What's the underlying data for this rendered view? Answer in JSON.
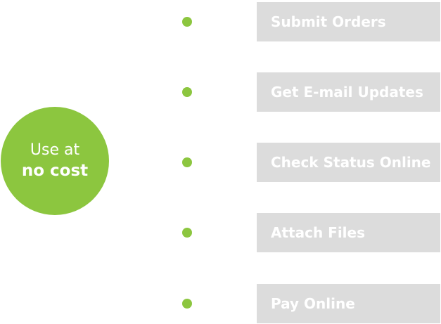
{
  "hub": {
    "line1": "Use at",
    "line2": "no cost",
    "color": "#8cc63f"
  },
  "features": [
    {
      "label": "Submit Orders"
    },
    {
      "label": "Get E-mail Updates"
    },
    {
      "label": "Check Status Online"
    },
    {
      "label": "Attach Files"
    },
    {
      "label": "Pay Online"
    }
  ],
  "colors": {
    "accent": "#8cc63f",
    "box_background": "#dcdcdc",
    "text_on_color": "#ffffff"
  }
}
